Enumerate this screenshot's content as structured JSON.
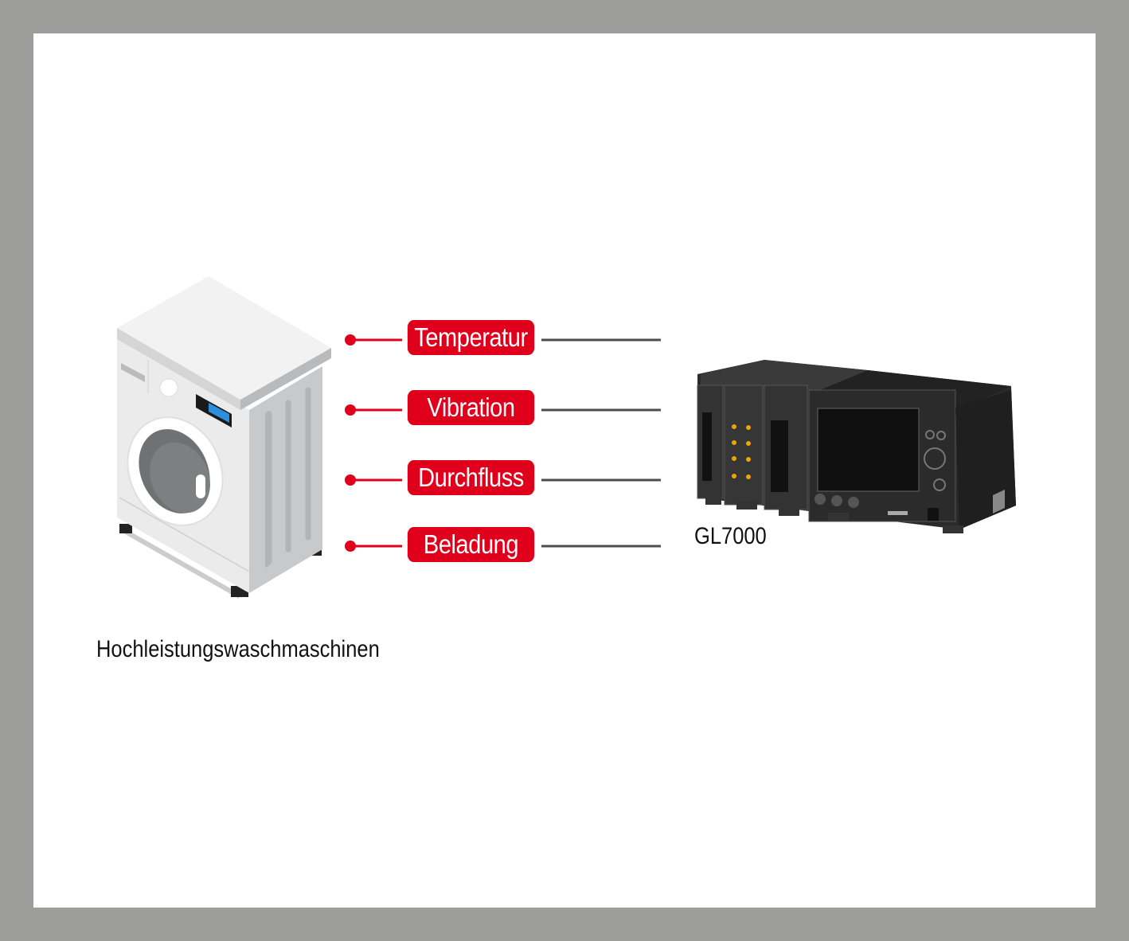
{
  "diagram": {
    "source": {
      "label": "Hochleistungswaschmaschinen",
      "icon": "washing-machine-icon"
    },
    "target": {
      "label": "GL7000",
      "icon": "data-logger-icon"
    },
    "signals": [
      {
        "label": "Temperatur"
      },
      {
        "label": "Vibration"
      },
      {
        "label": "Durchfluss"
      },
      {
        "label": "Beladung"
      }
    ],
    "colors": {
      "accent": "#e0001b",
      "frame": "#9d9d9c",
      "line": "#4d4d4d"
    }
  }
}
